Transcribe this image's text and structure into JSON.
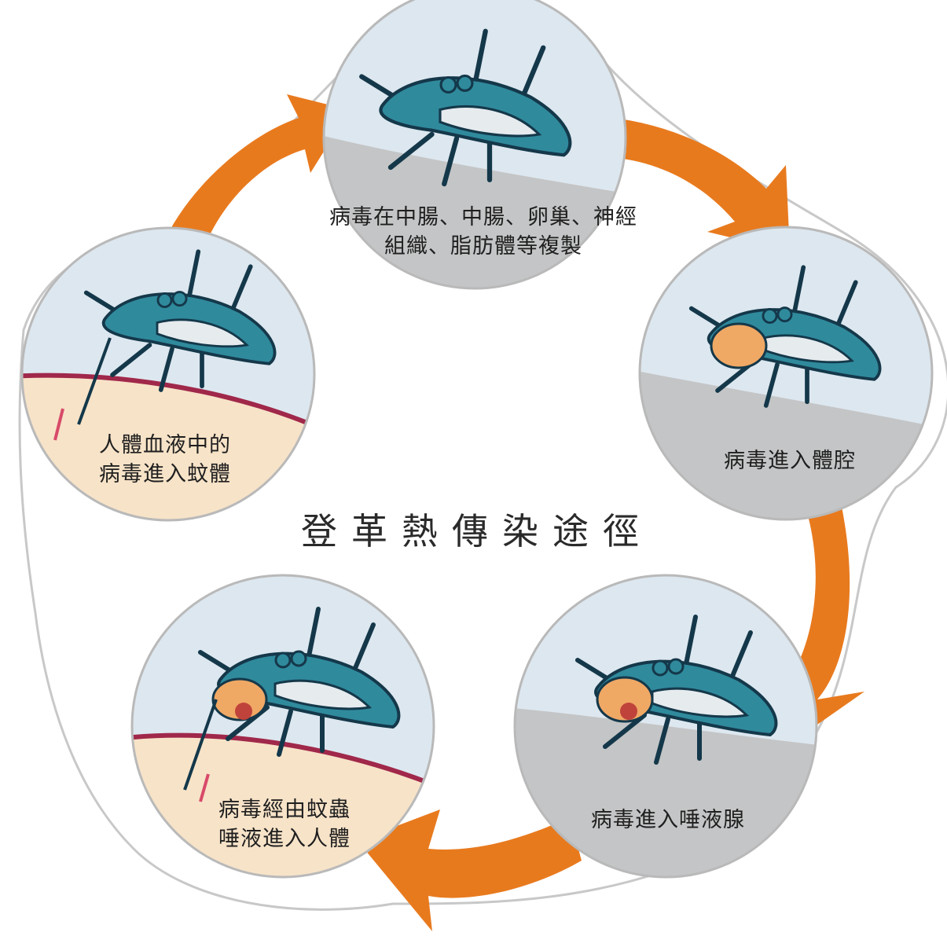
{
  "title": "登革熱傳染途徑",
  "stages": [
    {
      "label": "人體血液中的\n病毒進入蚊體",
      "scene": "skin"
    },
    {
      "label": "病毒在中腸、中腸、卵巢、神經\n組織、脂肪體等複製",
      "scene": "gray"
    },
    {
      "label": "病毒進入體腔",
      "scene": "gray"
    },
    {
      "label": "病毒進入唾液腺",
      "scene": "gray"
    },
    {
      "label": "病毒經由蚊蟲\n唾液進入人體",
      "scene": "skin"
    }
  ],
  "colors": {
    "arrow": "#e87a1e",
    "mosquito_blue": "#2f8a9c",
    "virus_orange": "#f0a865",
    "sky": "#dde7ef",
    "skin": "#f7e3c8",
    "blood_line": "#a0284a",
    "ground": "#c4c5c6"
  }
}
